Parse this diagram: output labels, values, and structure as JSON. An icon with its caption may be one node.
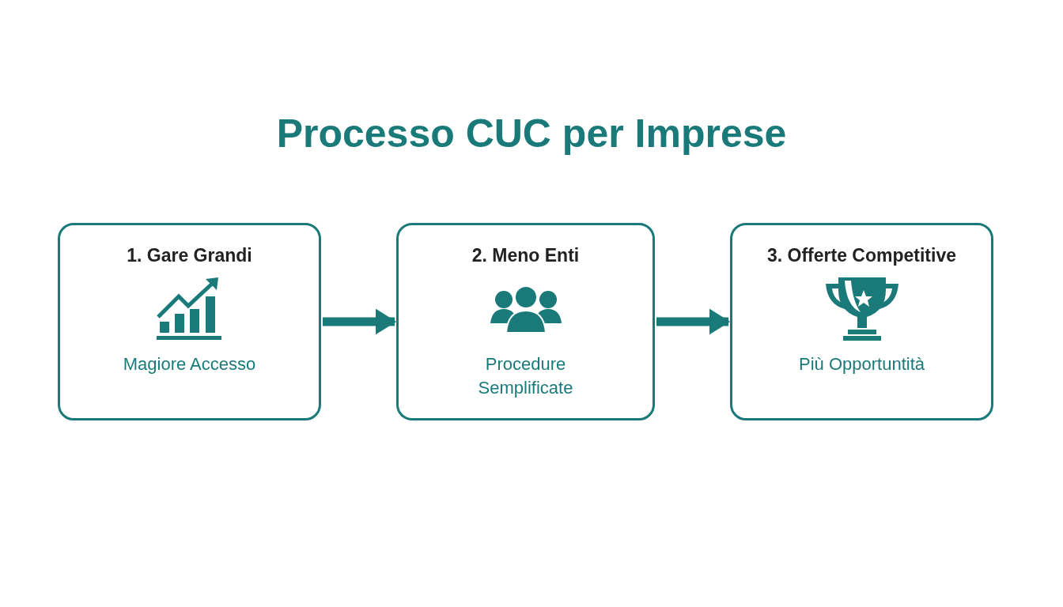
{
  "diagram": {
    "title": "Processo CUC per Imprese",
    "nodes": [
      {
        "text": [
          "1. Gare Grandi",
          "Magiore Accesso"
        ]
      },
      {
        "text": [
          "2. Meno Enti",
          "Procedure Semplificate"
        ]
      },
      {
        "text": [
          "3. Offerte Competitive",
          "Più Opportuntità"
        ]
      }
    ],
    "edges": [
      {
        "from": 0,
        "to": 1,
        "arrow": "to"
      },
      {
        "from": 1,
        "to": 2,
        "arrow": "to"
      }
    ]
  }
}
